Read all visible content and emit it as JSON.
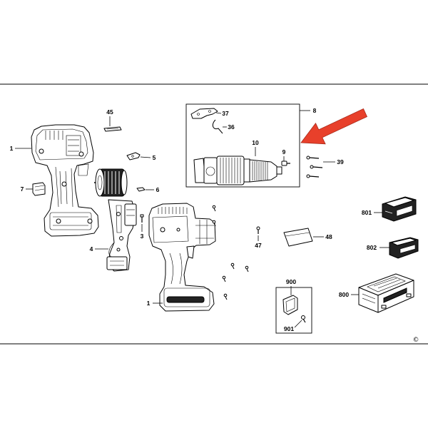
{
  "diagram": {
    "callouts": {
      "c45": "45",
      "c1a": "1",
      "c5": "5",
      "c7": "7",
      "c6": "6",
      "c3": "3",
      "c4": "4",
      "c37": "37",
      "c36": "36",
      "c8": "8",
      "c10": "10",
      "c9": "9",
      "c39": "39",
      "c801": "801",
      "c48": "48",
      "c47": "47",
      "c802": "802",
      "c900": "900",
      "c800": "800",
      "c1b": "1",
      "c901": "901"
    },
    "copyright": "©"
  },
  "colors": {
    "background": "#ffffff",
    "line": "#000000",
    "arrow": "#e8402b"
  },
  "icons": {
    "pointer": "red-arrow-icon"
  }
}
